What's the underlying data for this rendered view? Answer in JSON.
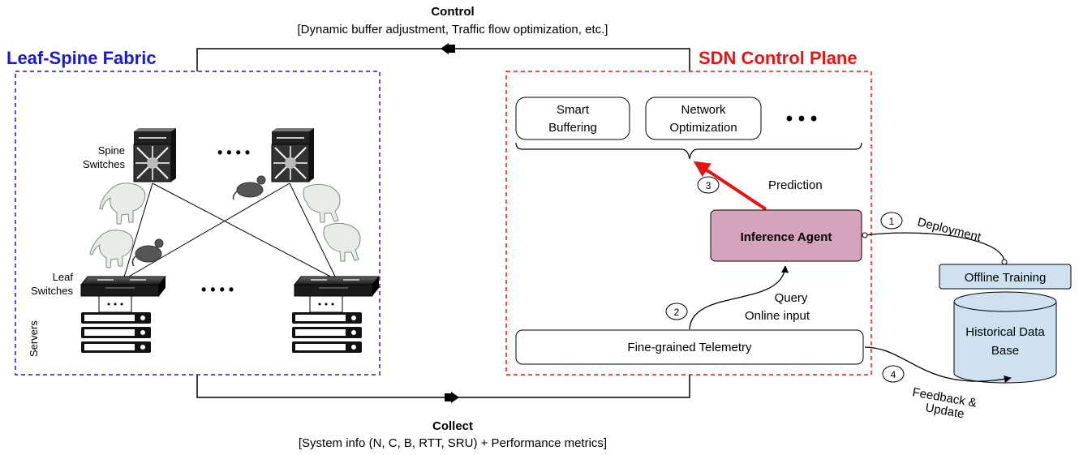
{
  "control": {
    "title": "Control",
    "subtitle": "[Dynamic buffer adjustment, Traffic flow optimization, etc.]"
  },
  "collect": {
    "title": "Collect",
    "subtitle": "[System info (N, C, B, RTT, SRU) + Performance metrics]"
  },
  "leaf_spine": {
    "title": "Leaf-Spine Fabric",
    "title_color": "#1a1acc",
    "spine_label_1": "Spine",
    "spine_label_2": "Switches",
    "leaf_label_1": "Leaf",
    "leaf_label_2": "Switches",
    "servers_label": "Servers",
    "dots": "• • • •"
  },
  "sdn": {
    "title": "SDN Control Plane",
    "title_color": "#ee1111",
    "apps": [
      {
        "line1": "Smart",
        "line2": "Buffering"
      },
      {
        "line1": "Network",
        "line2": "Optimization"
      }
    ],
    "apps_more": "• • •",
    "prediction": "Prediction",
    "inference_agent": "Inference Agent",
    "query_line1": "Query",
    "query_line2": "Online input",
    "telemetry": "Fine-grained Telemetry"
  },
  "external": {
    "deployment": "Deployment",
    "offline_training": "Offline Training",
    "historical_line1": "Historical Data",
    "historical_line2": "Base",
    "feedback_line1": "Feedback &",
    "feedback_line2": "Update"
  },
  "steps": [
    "1",
    "2",
    "3",
    "4"
  ],
  "colors": {
    "inference_fill": "#d6a3bc",
    "db_fill": "#cfe0f0",
    "prediction_arrow": "#ee1111"
  }
}
